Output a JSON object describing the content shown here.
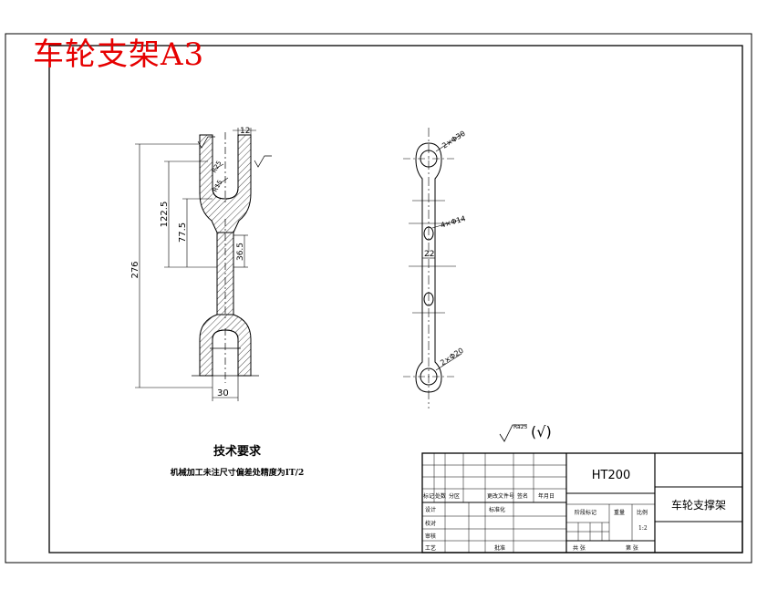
{
  "header_title": "车轮支架A3",
  "dimensions": {
    "d12": "12",
    "d1225": "122.5",
    "d775": "77.5",
    "d365": "36.5",
    "d276": "276",
    "d30": "30",
    "d22": "22",
    "r15": "R15",
    "r25": "R25"
  },
  "callouts": {
    "top_hole": "2×Φ30",
    "mid_holes": "4×Φ14",
    "bottom_hole": "2×Φ20"
  },
  "roughness": {
    "symbol_value": "Ra25",
    "suffix": "(√)"
  },
  "tech_requirements": {
    "title": "技术要求",
    "text": "机械加工未注尺寸偏差处精度为IT/2"
  },
  "title_block": {
    "material": "HT200",
    "part_name": "车轮支撑架",
    "row_labels": [
      "标记",
      "处数",
      "分区",
      "更改文件号",
      "签名",
      "年月日"
    ],
    "design": "设计",
    "standardization": "标准化",
    "review": "校对",
    "audit": "审核",
    "process": "工艺",
    "approve": "批准",
    "stage_mark": "阶段标记",
    "weight": "重量",
    "scale": "比例",
    "scale_value": "1:2",
    "sheet_total": "共 张",
    "sheet_no": "第 张"
  },
  "colors": {
    "header_red": "#e60000",
    "line": "#000000"
  }
}
